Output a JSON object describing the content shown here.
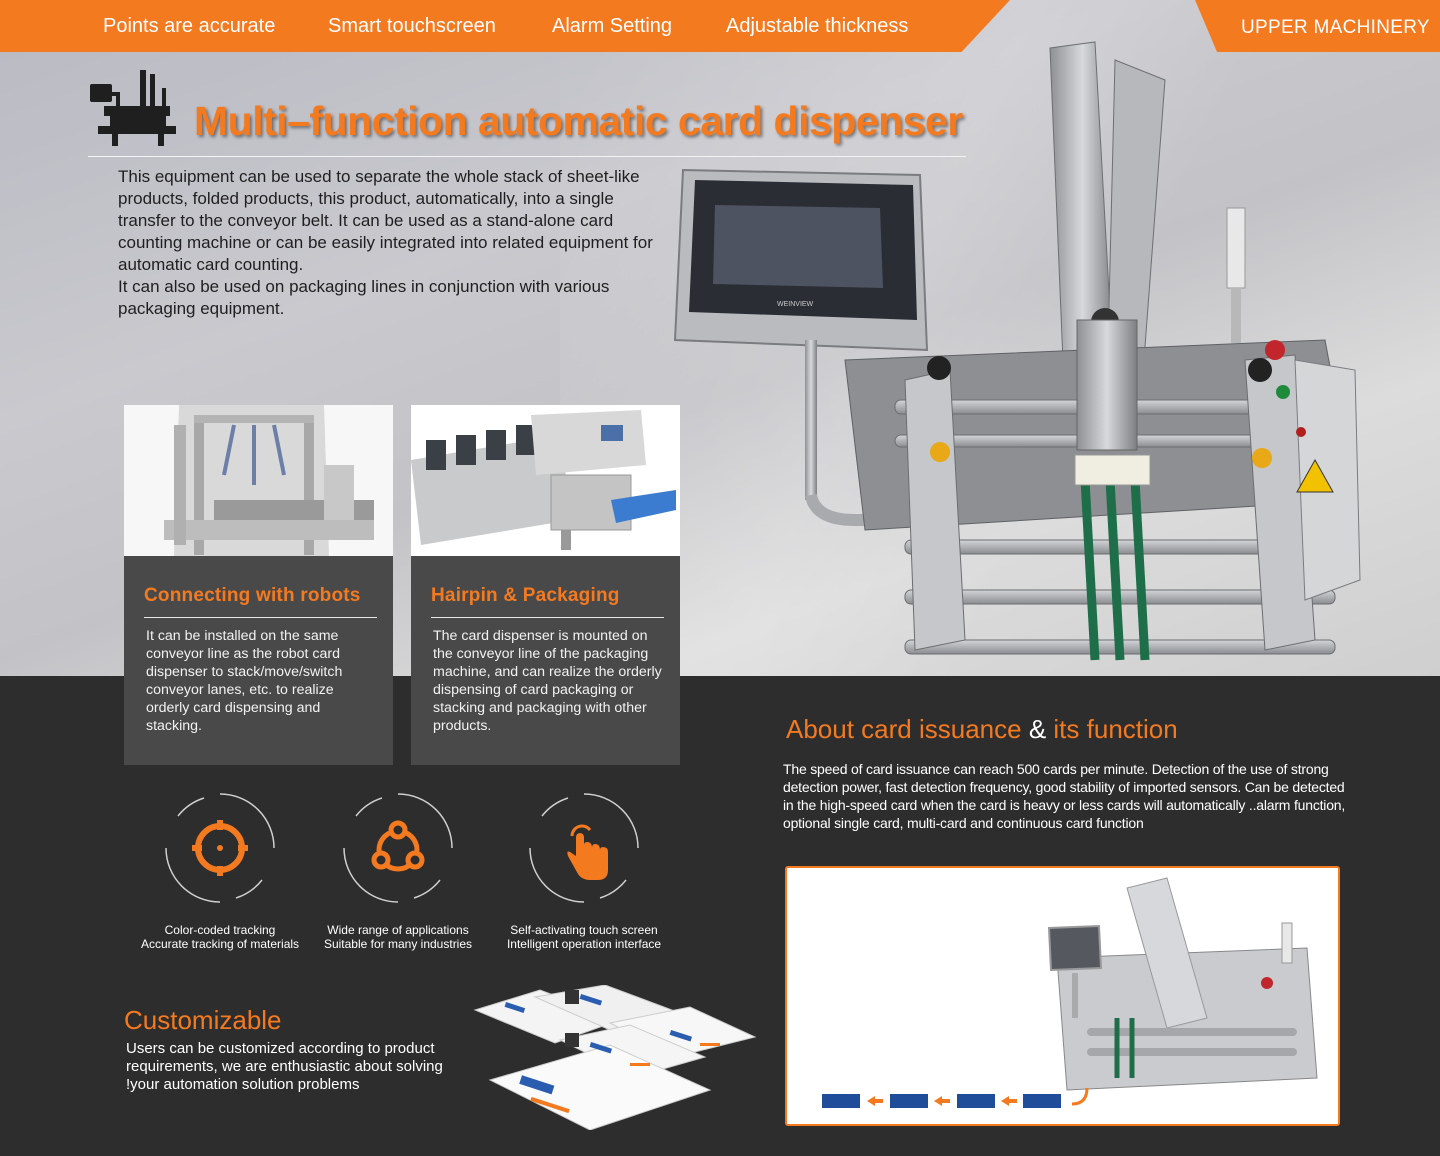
{
  "nav": {
    "items": [
      "Points are accurate",
      "Smart touchscreen",
      "Alarm Setting",
      "Adjustable thickness"
    ],
    "brand": "UPPER MACHINERY"
  },
  "hero": {
    "title": "Multi–function automatic card dispenser",
    "description": "This equipment can be used to separate the whole stack of sheet-like products, folded products, this product, automatically, into a single transfer to the conveyor belt. It can be used as a stand-alone card counting machine or can be easily integrated into related equipment for automatic card counting.\nIt can also be used on packaging lines in conjunction with various packaging equipment.",
    "screen_brand": "WEINVIEW"
  },
  "cards": [
    {
      "title": "Connecting with robots",
      "text": "It can be installed on the same conveyor line as the robot card dispenser to stack/move/switch conveyor lanes, etc. to realize orderly card dispensing and stacking."
    },
    {
      "title": "Hairpin & Packaging",
      "text": "The card dispenser is mounted on the conveyor line of the packaging machine, and can realize the orderly dispensing of card packaging or stacking and packaging with other products."
    }
  ],
  "about": {
    "title_a": "About card issuance",
    "title_amp": "&",
    "title_b": "its function",
    "text": "The speed of card issuance can reach 500 cards per minute. Detection of the use of strong detection power, fast detection frequency, good stability of imported sensors. Can be detected in the high-speed card when the card is heavy or less cards will automatically ..alarm function, optional single card, multi-card and continuous card function"
  },
  "features": [
    {
      "icon": "crosshair-icon",
      "line1": "Color-coded tracking",
      "line2": "Accurate tracking of materials"
    },
    {
      "icon": "network-icon",
      "line1": "Wide range of applications",
      "line2": "Suitable for many industries"
    },
    {
      "icon": "touch-hand-icon",
      "line1": "Self-activating touch screen",
      "line2": "Intelligent operation interface"
    }
  ],
  "custom": {
    "title": "Customizable",
    "text": "Users can be customized according to product requirements, we are enthusiastic about solving !your automation solution problems"
  },
  "colors": {
    "accent": "#f47a20",
    "dark": "#2e2d2d",
    "card": "#4a4949"
  }
}
